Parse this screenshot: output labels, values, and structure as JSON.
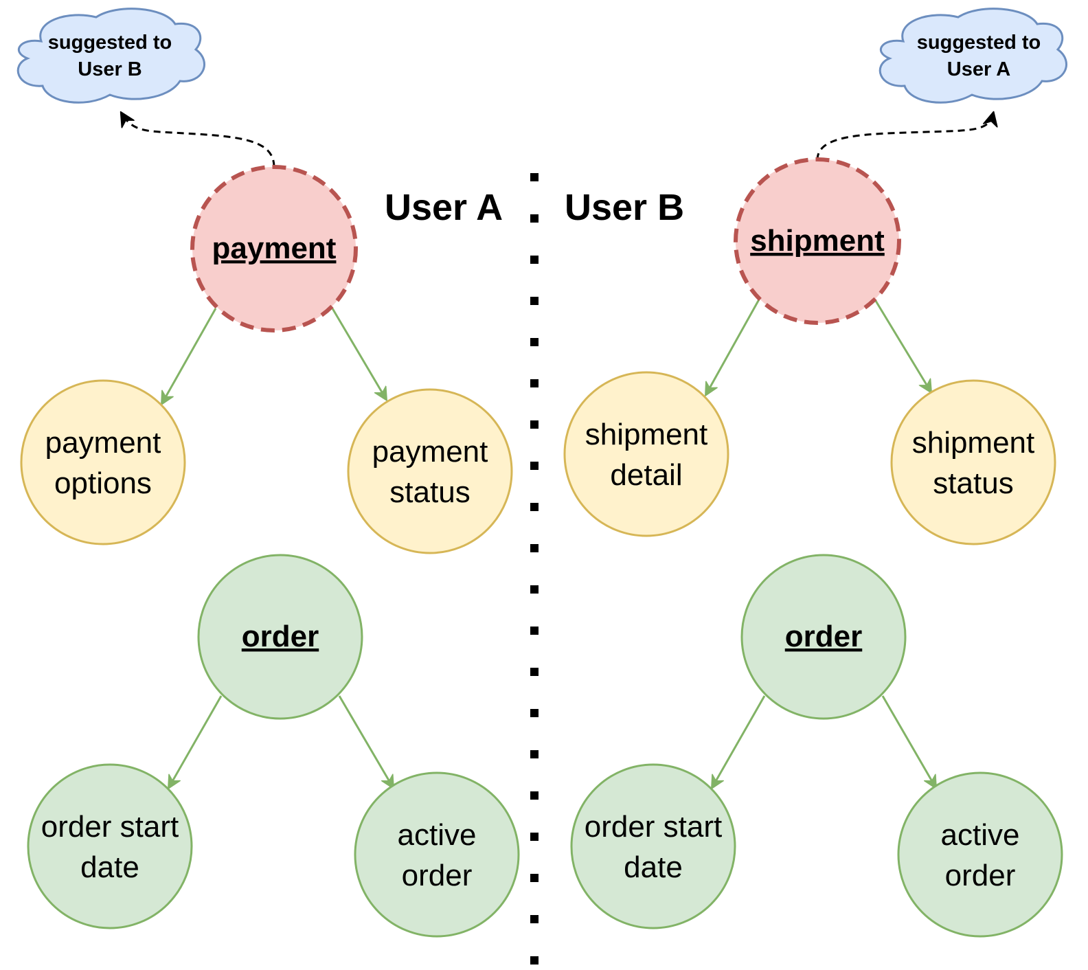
{
  "user_a": {
    "heading": "User A",
    "suggestion": [
      "suggested to",
      "User B"
    ],
    "highlight_entity": "payment",
    "highlight_children": [
      [
        "payment",
        "options"
      ],
      [
        "payment",
        "status"
      ]
    ],
    "shared_entity": "order",
    "shared_children": [
      [
        "order start",
        "date"
      ],
      [
        "active",
        "order"
      ]
    ]
  },
  "user_b": {
    "heading": "User B",
    "suggestion": [
      "suggested to",
      "User A"
    ],
    "highlight_entity": "shipment",
    "highlight_children": [
      [
        "shipment",
        "detail"
      ],
      [
        "shipment",
        "status"
      ]
    ],
    "shared_entity": "order",
    "shared_children": [
      [
        "order start",
        "date"
      ],
      [
        "active",
        "order"
      ]
    ]
  },
  "colors": {
    "highlight_fill": "#f8cecc",
    "highlight_stroke": "#b85450",
    "attribute_fill": "#fff2cc",
    "attribute_stroke": "#d6b656",
    "order_fill": "#d5e8d4",
    "order_stroke": "#82b366",
    "cloud_fill": "#dae8fc",
    "cloud_stroke": "#6c8ebf",
    "edge": "#82b366"
  }
}
